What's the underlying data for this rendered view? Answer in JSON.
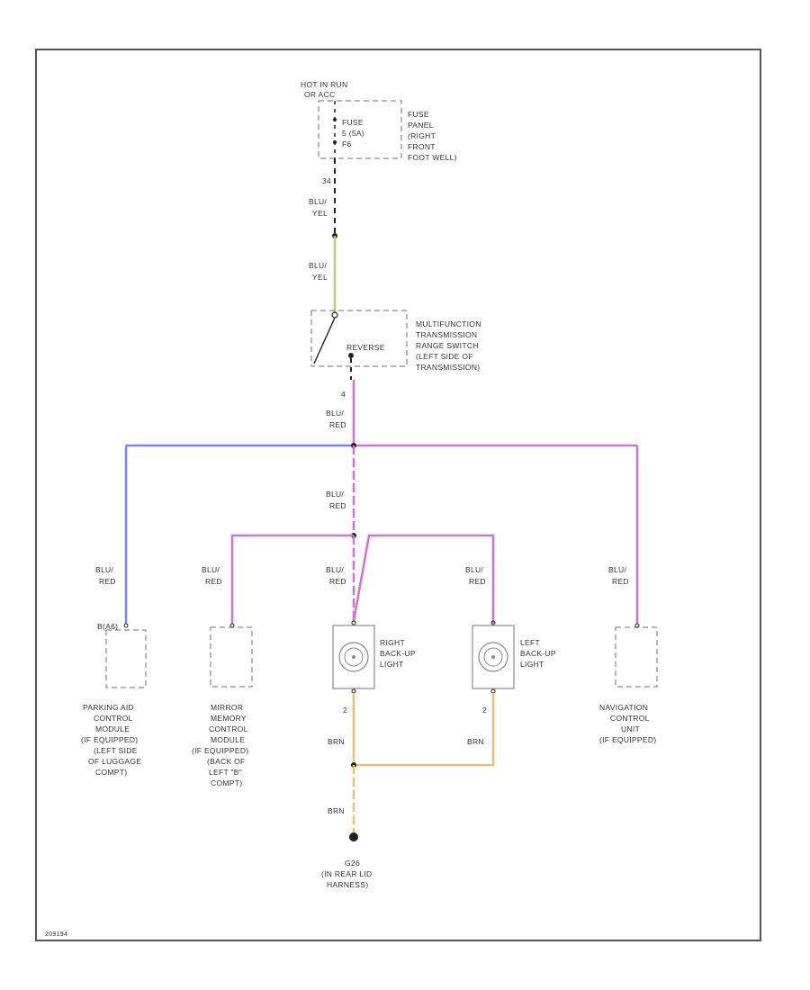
{
  "colors": {
    "wire_blu_red_left": "#8080ff",
    "wire_blu_red": "#d070d8",
    "wire_blu_yel": "#b8d070",
    "wire_brn": "#e8c070",
    "dark": "#222222",
    "outline": "#8a8a8a"
  },
  "power": {
    "hot_in_run": [
      "HOT IN RUN",
      "OR ACC"
    ],
    "fuse": [
      "FUSE",
      "5 (5A)",
      "F6"
    ],
    "fuse_panel": [
      "FUSE",
      "PANEL",
      "(RIGHT",
      "FRONT",
      "FOOT WELL)"
    ]
  },
  "wires": {
    "pin_top": "34",
    "blu_yel_1": [
      "BLU/",
      "YEL"
    ],
    "blu_yel_2": [
      "BLU/",
      "YEL"
    ],
    "pin_switch": "4",
    "blu_red_main_1": [
      "BLU/",
      "RED"
    ],
    "blu_red_main_2": [
      "BLU/",
      "RED"
    ],
    "blu_red_parking": [
      "BLU/",
      "RED"
    ],
    "blu_red_mirror": [
      "BLU/",
      "RED"
    ],
    "blu_red_right": [
      "BLU/",
      "RED"
    ],
    "blu_red_left": [
      "BLU/",
      "RED"
    ],
    "blu_red_nav": [
      "BLU/",
      "RED"
    ],
    "pin_right_light": "2",
    "pin_left_light": "2",
    "brn_right": "BRN",
    "brn_left": "BRN",
    "brn_ground": "BRN"
  },
  "switch": {
    "reverse": "REVERSE",
    "label": [
      "MULTIFUNCTION",
      "TRANSMISSION",
      "RANGE SWITCH",
      "(LEFT SIDE OF",
      "TRANSMISSION)"
    ]
  },
  "components": {
    "parking_pin": "B(A6)",
    "parking": [
      "PARKING AID",
      "CONTROL",
      "MODULE",
      "(IF EQUIPPED)",
      "(LEFT SIDE",
      "OF LUGGAGE",
      "COMPT)"
    ],
    "mirror": [
      "MIRROR",
      "MEMORY",
      "CONTROL",
      "MODULE",
      "(IF EQUIPPED)",
      "(BACK OF",
      "LEFT \"B\"",
      "COMPT)"
    ],
    "right_light": [
      "RIGHT",
      "BACK-UP",
      "LIGHT"
    ],
    "left_light": [
      "LEFT",
      "BACK-UP",
      "LIGHT"
    ],
    "nav": [
      "NAVIGATION",
      "CONTROL",
      "UNIT",
      "(IF EQUIPPED)"
    ]
  },
  "ground": [
    "G26",
    "(IN REAR LID",
    "HARNESS)"
  ],
  "figure_id": "209194"
}
